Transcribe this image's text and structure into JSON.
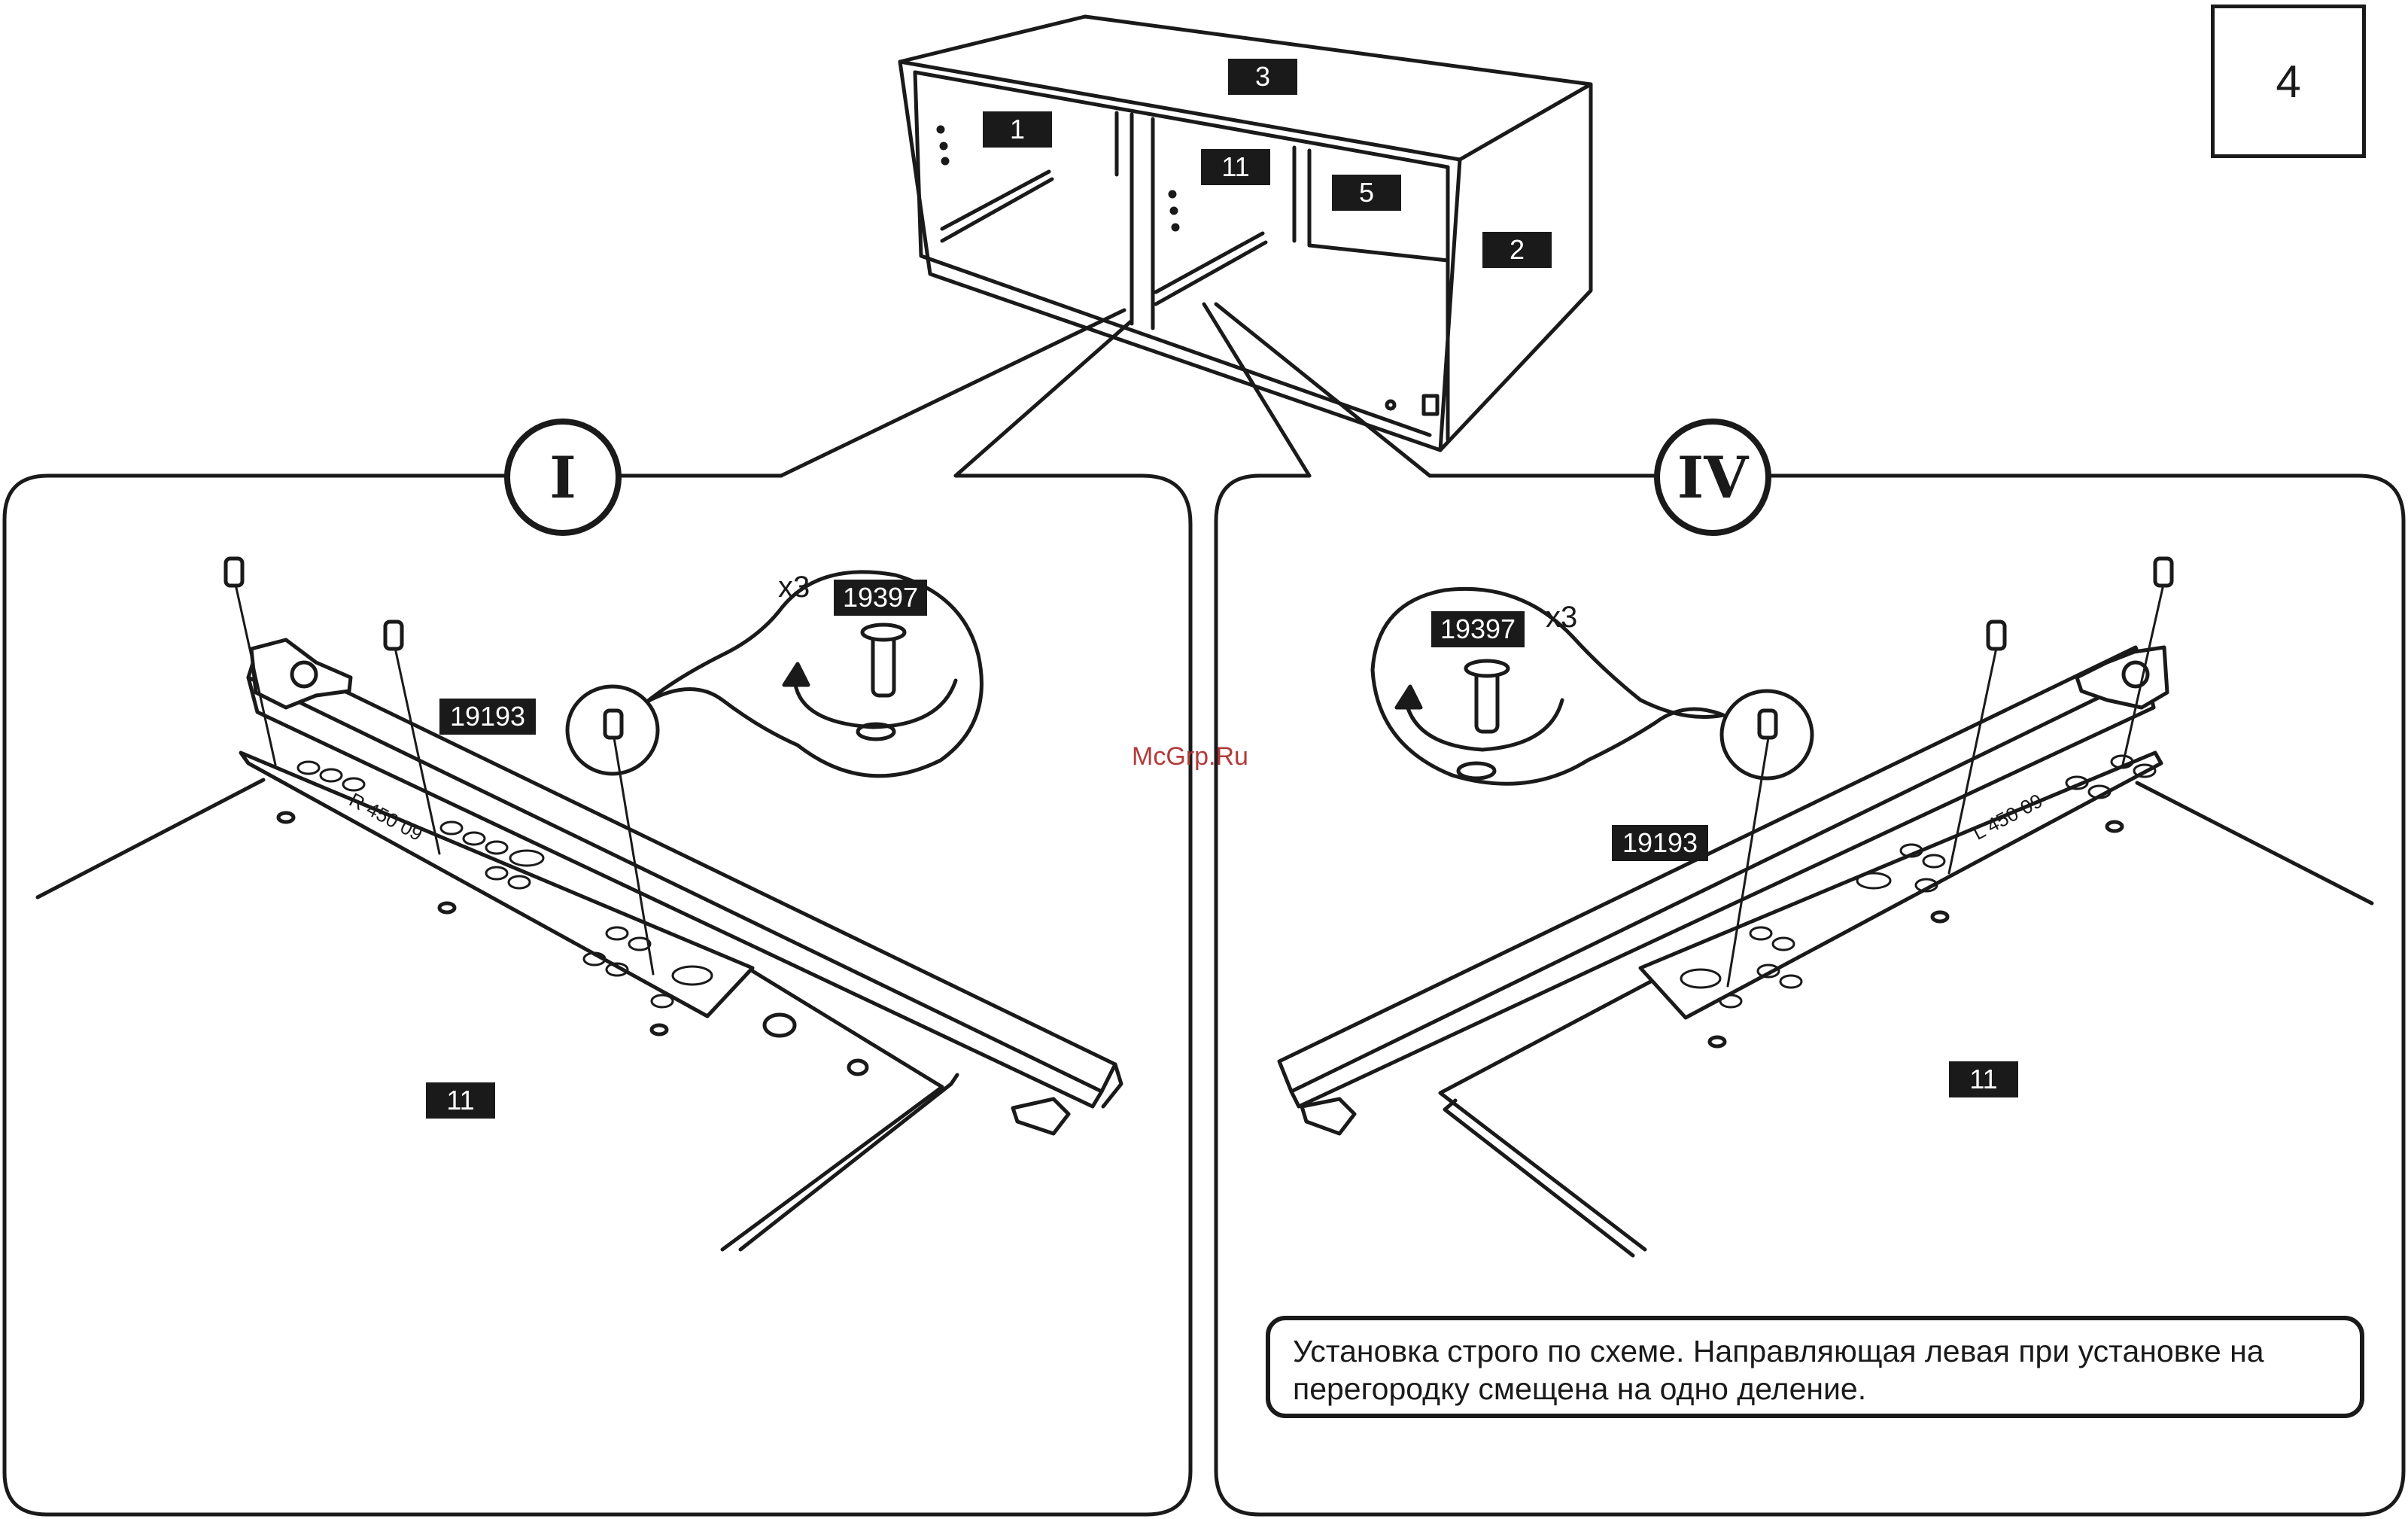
{
  "step_number": "4",
  "cabinet_labels": {
    "top": "3",
    "left_side": "1",
    "partition": "11",
    "back": "5",
    "right_side": "2"
  },
  "detail_left": {
    "roman": "I",
    "rail_code": "19193",
    "screw_code": "19397",
    "quantity": "x3",
    "rail_marking": "R 450 09",
    "panel_label": "11"
  },
  "detail_right": {
    "roman": "IV",
    "rail_code": "19193",
    "screw_code": "19397",
    "quantity": "x3",
    "rail_marking": "L 450 09",
    "panel_label": "11"
  },
  "note_text": "Установка строго по схеме. Направляющая левая при установке на перегородку смещена на одно деление.",
  "watermark": "McGrp.Ru"
}
